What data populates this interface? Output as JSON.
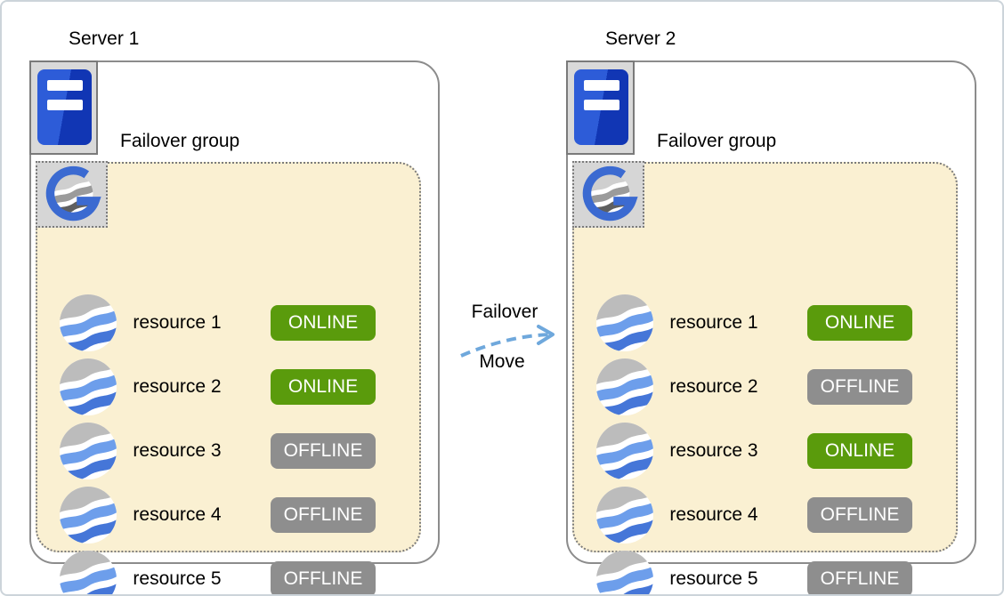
{
  "connector": {
    "top_label": "Failover",
    "bottom_label": "Move"
  },
  "servers": [
    {
      "name": "Server 1",
      "group_label": "Failover group",
      "resources": [
        {
          "label": "resource 1",
          "status": "ONLINE"
        },
        {
          "label": "resource 2",
          "status": "ONLINE"
        },
        {
          "label": "resource 3",
          "status": "OFFLINE"
        },
        {
          "label": "resource 4",
          "status": "OFFLINE"
        },
        {
          "label": "resource 5",
          "status": "OFFLINE"
        }
      ]
    },
    {
      "name": "Server 2",
      "group_label": "Failover group",
      "resources": [
        {
          "label": "resource 1",
          "status": "ONLINE"
        },
        {
          "label": "resource 2",
          "status": "OFFLINE"
        },
        {
          "label": "resource 3",
          "status": "ONLINE"
        },
        {
          "label": "resource 4",
          "status": "OFFLINE"
        },
        {
          "label": "resource 5",
          "status": "OFFLINE"
        }
      ]
    }
  ],
  "colors": {
    "online": "#5a9b0c",
    "offline": "#8e8e8e",
    "group_bg": "#faf0d2",
    "arrow": "#6fa8dc"
  },
  "icons": {
    "server": "server-tower-icon",
    "group": "globe-g-icon",
    "resource": "globe-waves-icon",
    "arrow": "dashed-curved-arrow-icon"
  }
}
